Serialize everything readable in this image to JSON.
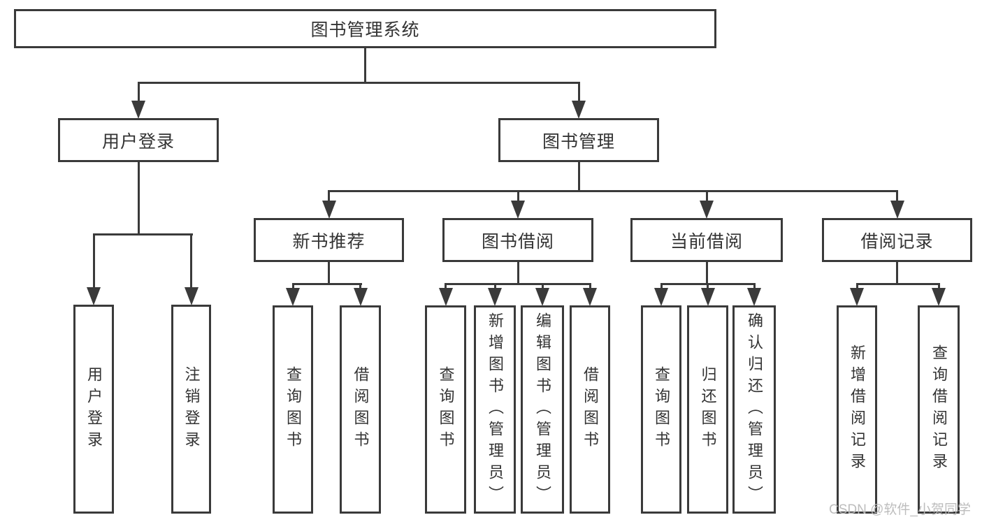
{
  "diagram": {
    "nodes": [
      {
        "id": "root",
        "label": "图书管理系统",
        "orientation": "horizontal"
      },
      {
        "id": "user-login",
        "label": "用户登录",
        "orientation": "horizontal"
      },
      {
        "id": "book-mgmt",
        "label": "图书管理",
        "orientation": "horizontal"
      },
      {
        "id": "new-book-rec",
        "label": "新书推荐",
        "orientation": "horizontal"
      },
      {
        "id": "book-borrow",
        "label": "图书借阅",
        "orientation": "horizontal"
      },
      {
        "id": "current-borrow",
        "label": "当前借阅",
        "orientation": "horizontal"
      },
      {
        "id": "borrow-records",
        "label": "借阅记录",
        "orientation": "horizontal"
      },
      {
        "id": "leaf-user-login",
        "label": "用户登录",
        "orientation": "vertical"
      },
      {
        "id": "leaf-logout",
        "label": "注销登录",
        "orientation": "vertical"
      },
      {
        "id": "leaf-query-books-1",
        "label": "查询图书",
        "orientation": "vertical"
      },
      {
        "id": "leaf-borrow-books-1",
        "label": "借阅图书",
        "orientation": "vertical"
      },
      {
        "id": "leaf-query-books-2",
        "label": "查询图书",
        "orientation": "vertical"
      },
      {
        "id": "leaf-add-books",
        "label": "新增图书（管理员）",
        "orientation": "vertical"
      },
      {
        "id": "leaf-edit-books",
        "label": "编辑图书（管理员）",
        "orientation": "vertical"
      },
      {
        "id": "leaf-borrow-books-2",
        "label": "借阅图书",
        "orientation": "vertical"
      },
      {
        "id": "leaf-query-books-3",
        "label": "查询图书",
        "orientation": "vertical"
      },
      {
        "id": "leaf-return-books",
        "label": "归还图书",
        "orientation": "vertical"
      },
      {
        "id": "leaf-confirm-return",
        "label": "确认归还（管理员）",
        "orientation": "vertical"
      },
      {
        "id": "leaf-add-borrow-record",
        "label": "新增借阅记录",
        "orientation": "vertical"
      },
      {
        "id": "leaf-query-borrow-record",
        "label": "查询借阅记录",
        "orientation": "vertical"
      }
    ],
    "edges": [
      {
        "from": "root",
        "to": [
          "user-login",
          "book-mgmt"
        ]
      },
      {
        "from": "user-login",
        "to": [
          "leaf-user-login",
          "leaf-logout"
        ]
      },
      {
        "from": "book-mgmt",
        "to": [
          "new-book-rec",
          "book-borrow",
          "current-borrow",
          "borrow-records"
        ]
      },
      {
        "from": "new-book-rec",
        "to": [
          "leaf-query-books-1",
          "leaf-borrow-books-1"
        ]
      },
      {
        "from": "book-borrow",
        "to": [
          "leaf-query-books-2",
          "leaf-add-books",
          "leaf-edit-books",
          "leaf-borrow-books-2"
        ]
      },
      {
        "from": "current-borrow",
        "to": [
          "leaf-query-books-3",
          "leaf-return-books",
          "leaf-confirm-return"
        ]
      },
      {
        "from": "borrow-records",
        "to": [
          "leaf-add-borrow-record",
          "leaf-query-borrow-record"
        ]
      }
    ]
  },
  "watermark": {
    "text": "CSDN @软件_小贺同学"
  },
  "colors": {
    "line": "#3a3a3a",
    "text": "#333333",
    "watermark": "#b9b9b9",
    "background": "#ffffff"
  }
}
